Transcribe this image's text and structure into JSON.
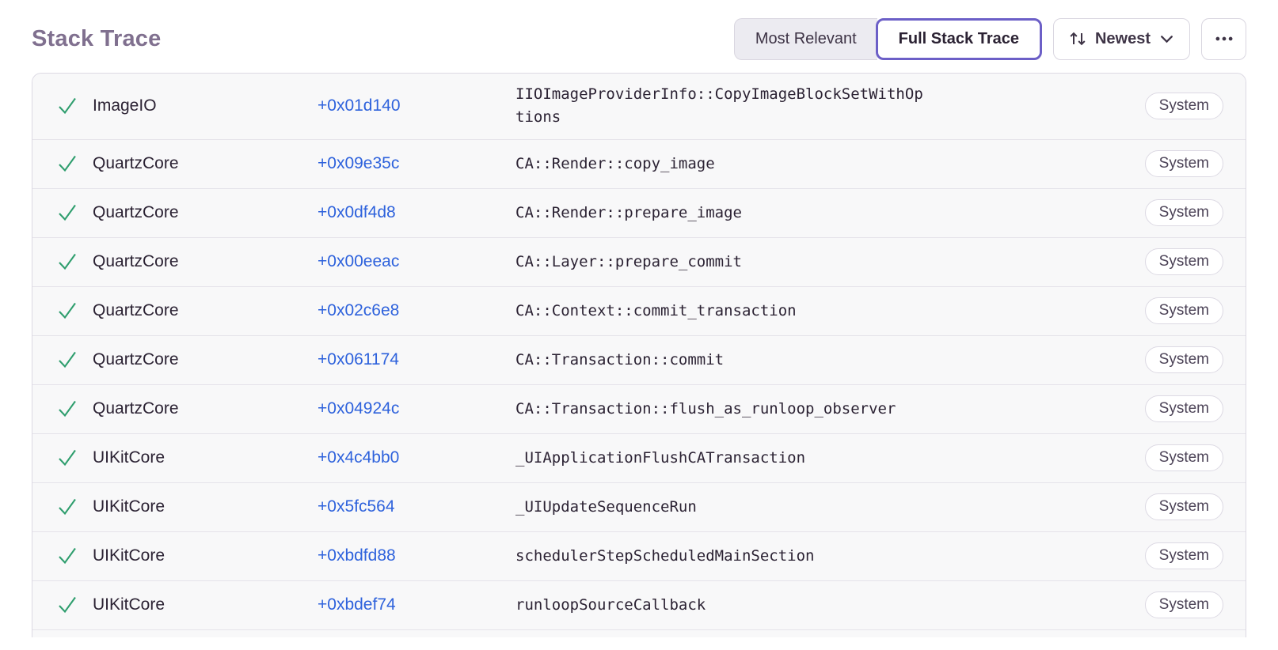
{
  "colors": {
    "accent_purple": "#6C5FC7",
    "link_blue": "#2E62DC",
    "check_green": "#2F9E6E",
    "title_gray": "#80708F"
  },
  "header": {
    "title": "Stack Trace",
    "toggle": {
      "options": [
        {
          "label": "Most Relevant",
          "active": false
        },
        {
          "label": "Full Stack Trace",
          "active": true
        }
      ]
    },
    "sort_button": {
      "label": "Newest"
    }
  },
  "frames": [
    {
      "module": "ImageIO",
      "address": "+0x01d140",
      "function": "IIOImageProviderInfo::CopyImageBlockSetWithOptions",
      "tag": "System"
    },
    {
      "module": "QuartzCore",
      "address": "+0x09e35c",
      "function": "CA::Render::copy_image",
      "tag": "System"
    },
    {
      "module": "QuartzCore",
      "address": "+0x0df4d8",
      "function": "CA::Render::prepare_image",
      "tag": "System"
    },
    {
      "module": "QuartzCore",
      "address": "+0x00eeac",
      "function": "CA::Layer::prepare_commit",
      "tag": "System"
    },
    {
      "module": "QuartzCore",
      "address": "+0x02c6e8",
      "function": "CA::Context::commit_transaction",
      "tag": "System"
    },
    {
      "module": "QuartzCore",
      "address": "+0x061174",
      "function": "CA::Transaction::commit",
      "tag": "System"
    },
    {
      "module": "QuartzCore",
      "address": "+0x04924c",
      "function": "CA::Transaction::flush_as_runloop_observer",
      "tag": "System"
    },
    {
      "module": "UIKitCore",
      "address": "+0x4c4bb0",
      "function": "_UIApplicationFlushCATransaction",
      "tag": "System"
    },
    {
      "module": "UIKitCore",
      "address": "+0x5fc564",
      "function": "_UIUpdateSequenceRun",
      "tag": "System"
    },
    {
      "module": "UIKitCore",
      "address": "+0xbdfd88",
      "function": "schedulerStepScheduledMainSection",
      "tag": "System"
    },
    {
      "module": "UIKitCore",
      "address": "+0xbdef74",
      "function": "runloopSourceCallback",
      "tag": "System"
    }
  ]
}
